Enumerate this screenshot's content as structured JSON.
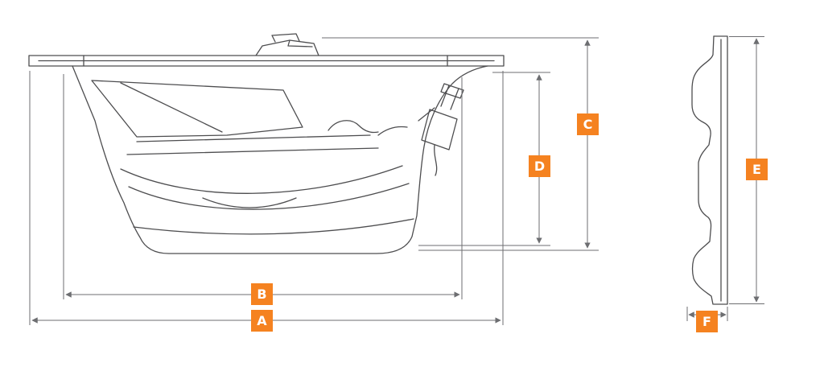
{
  "diagram": {
    "labels": {
      "a": "A",
      "b": "B",
      "c": "C",
      "d": "D",
      "e": "E",
      "f": "F"
    },
    "colors": {
      "accent": "#F58220",
      "drawing_line": "#4D4D4F",
      "dimension_line": "#6D6E71",
      "background": "#FFFFFF"
    }
  }
}
